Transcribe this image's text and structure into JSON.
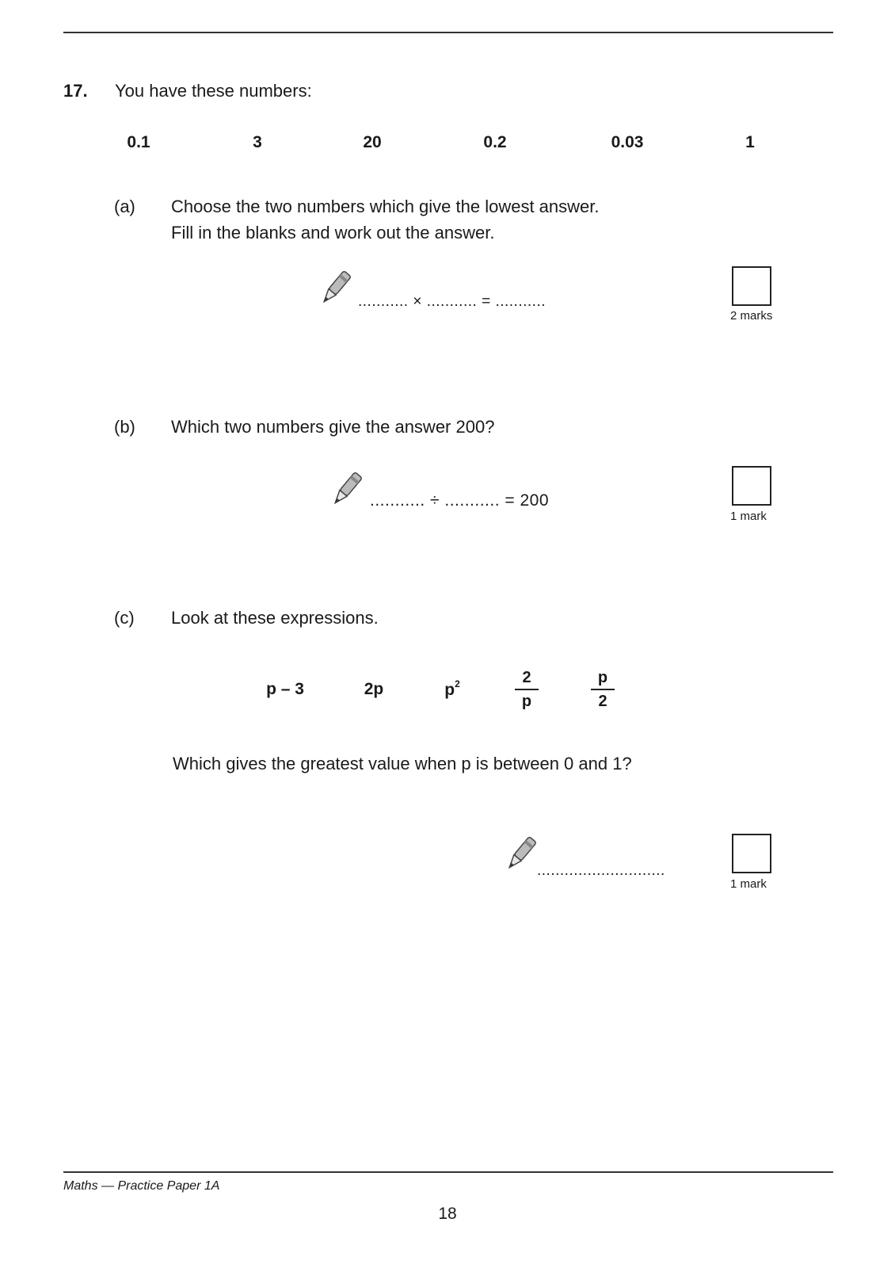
{
  "question": {
    "number": "17.",
    "intro": "You have these numbers:",
    "numbers": [
      "0.1",
      "3",
      "20",
      "0.2",
      "0.03",
      "1"
    ]
  },
  "part_a": {
    "label": "(a)",
    "line1": "Choose the two numbers which give the lowest answer.",
    "line2": "Fill in the blanks and work out the answer.",
    "answer_line": "........... × ........... = ...........",
    "marks": "2 marks"
  },
  "part_b": {
    "label": "(b)",
    "text": "Which two numbers give the answer 200?",
    "answer_line": "........... ÷ ........... = 200",
    "marks": "1 mark"
  },
  "part_c": {
    "label": "(c)",
    "text": "Look at these expressions.",
    "expr1": "p – 3",
    "expr2": "2p",
    "expr3_base": "p",
    "expr3_exp": "2",
    "expr4_num": "2",
    "expr4_den": "p",
    "expr5_num": "p",
    "expr5_den": "2",
    "question": "Which gives the greatest value when p is between 0 and 1?",
    "answer_line": "............................",
    "marks": "1 mark"
  },
  "footer": {
    "paper": "Maths — Practice Paper 1A",
    "page": "18"
  },
  "icons": {
    "pencil": "pencil-icon"
  }
}
